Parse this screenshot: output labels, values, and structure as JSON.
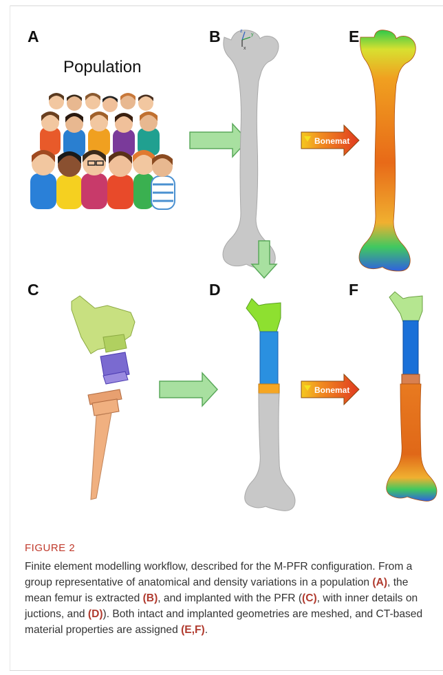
{
  "panels": {
    "a": "A",
    "b": "B",
    "c": "C",
    "d": "D",
    "e": "E",
    "f": "F"
  },
  "population_title": "Population",
  "arrow_labels": {
    "bonemat_top": "Bonemat",
    "bonemat_bottom": "Bonemat"
  },
  "axis_triad": {
    "z": "z",
    "y": "y",
    "x": "x"
  },
  "caption": {
    "title": "FIGURE 2",
    "p1": "Finite element modelling workflow, described for the M-PFR configuration. From a group representative of anatomical and density variations in a population ",
    "r1": "(A)",
    "p2": ", the mean femur is extracted ",
    "r2": "(B)",
    "p3": ", and implanted with the PFR (",
    "r3": "(C)",
    "p4": ", with inner details on jucti­ons, and ",
    "r4": "(D)",
    "p5": "). Both intact and implanted geometries are meshed, and CT-based material properties are assigned ",
    "r5": "(E,F)",
    "p6": "."
  },
  "colors": {
    "arrow_green": "#a8e0a0",
    "arrow_stroke": "#5aa85a",
    "bone_gray": "#c8c8c8",
    "implant_green": "#b5e06a",
    "implant_blue": "#2a8fe0",
    "implant_orange": "#f5a623",
    "caption_red": "#c0392b"
  }
}
